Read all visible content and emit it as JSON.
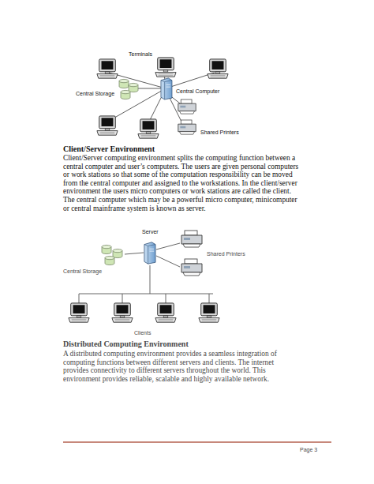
{
  "diagram": {
    "labels": [
      "Terminals",
      "Central Storage",
      "Central Computer",
      "Shared Printers",
      "Client/Server Environment",
      "Client/Server computing environment splits the computing function between a central computer and user’s computers. The users are given personal computers or work stations so that some of the computation responsibility can be moved from the central computer and assigned to the workstations. In the client/server environment the users micro computers or work stations are called the client. The central computer which may be a powerful micro computer, minicomputer or central mainframe system is known as server.",
      "Server",
      "Central Storage",
      "Shared Printers",
      "Clients",
      "Distributed Computing Environment",
      "A distributed computing environment provides a seamless integration of computing functions between different servers and clients. The internet provides connectivity to different servers throughout the world. This environment provides reliable, scalable and highly available network.",
      "Page 3"
    ]
  }
}
